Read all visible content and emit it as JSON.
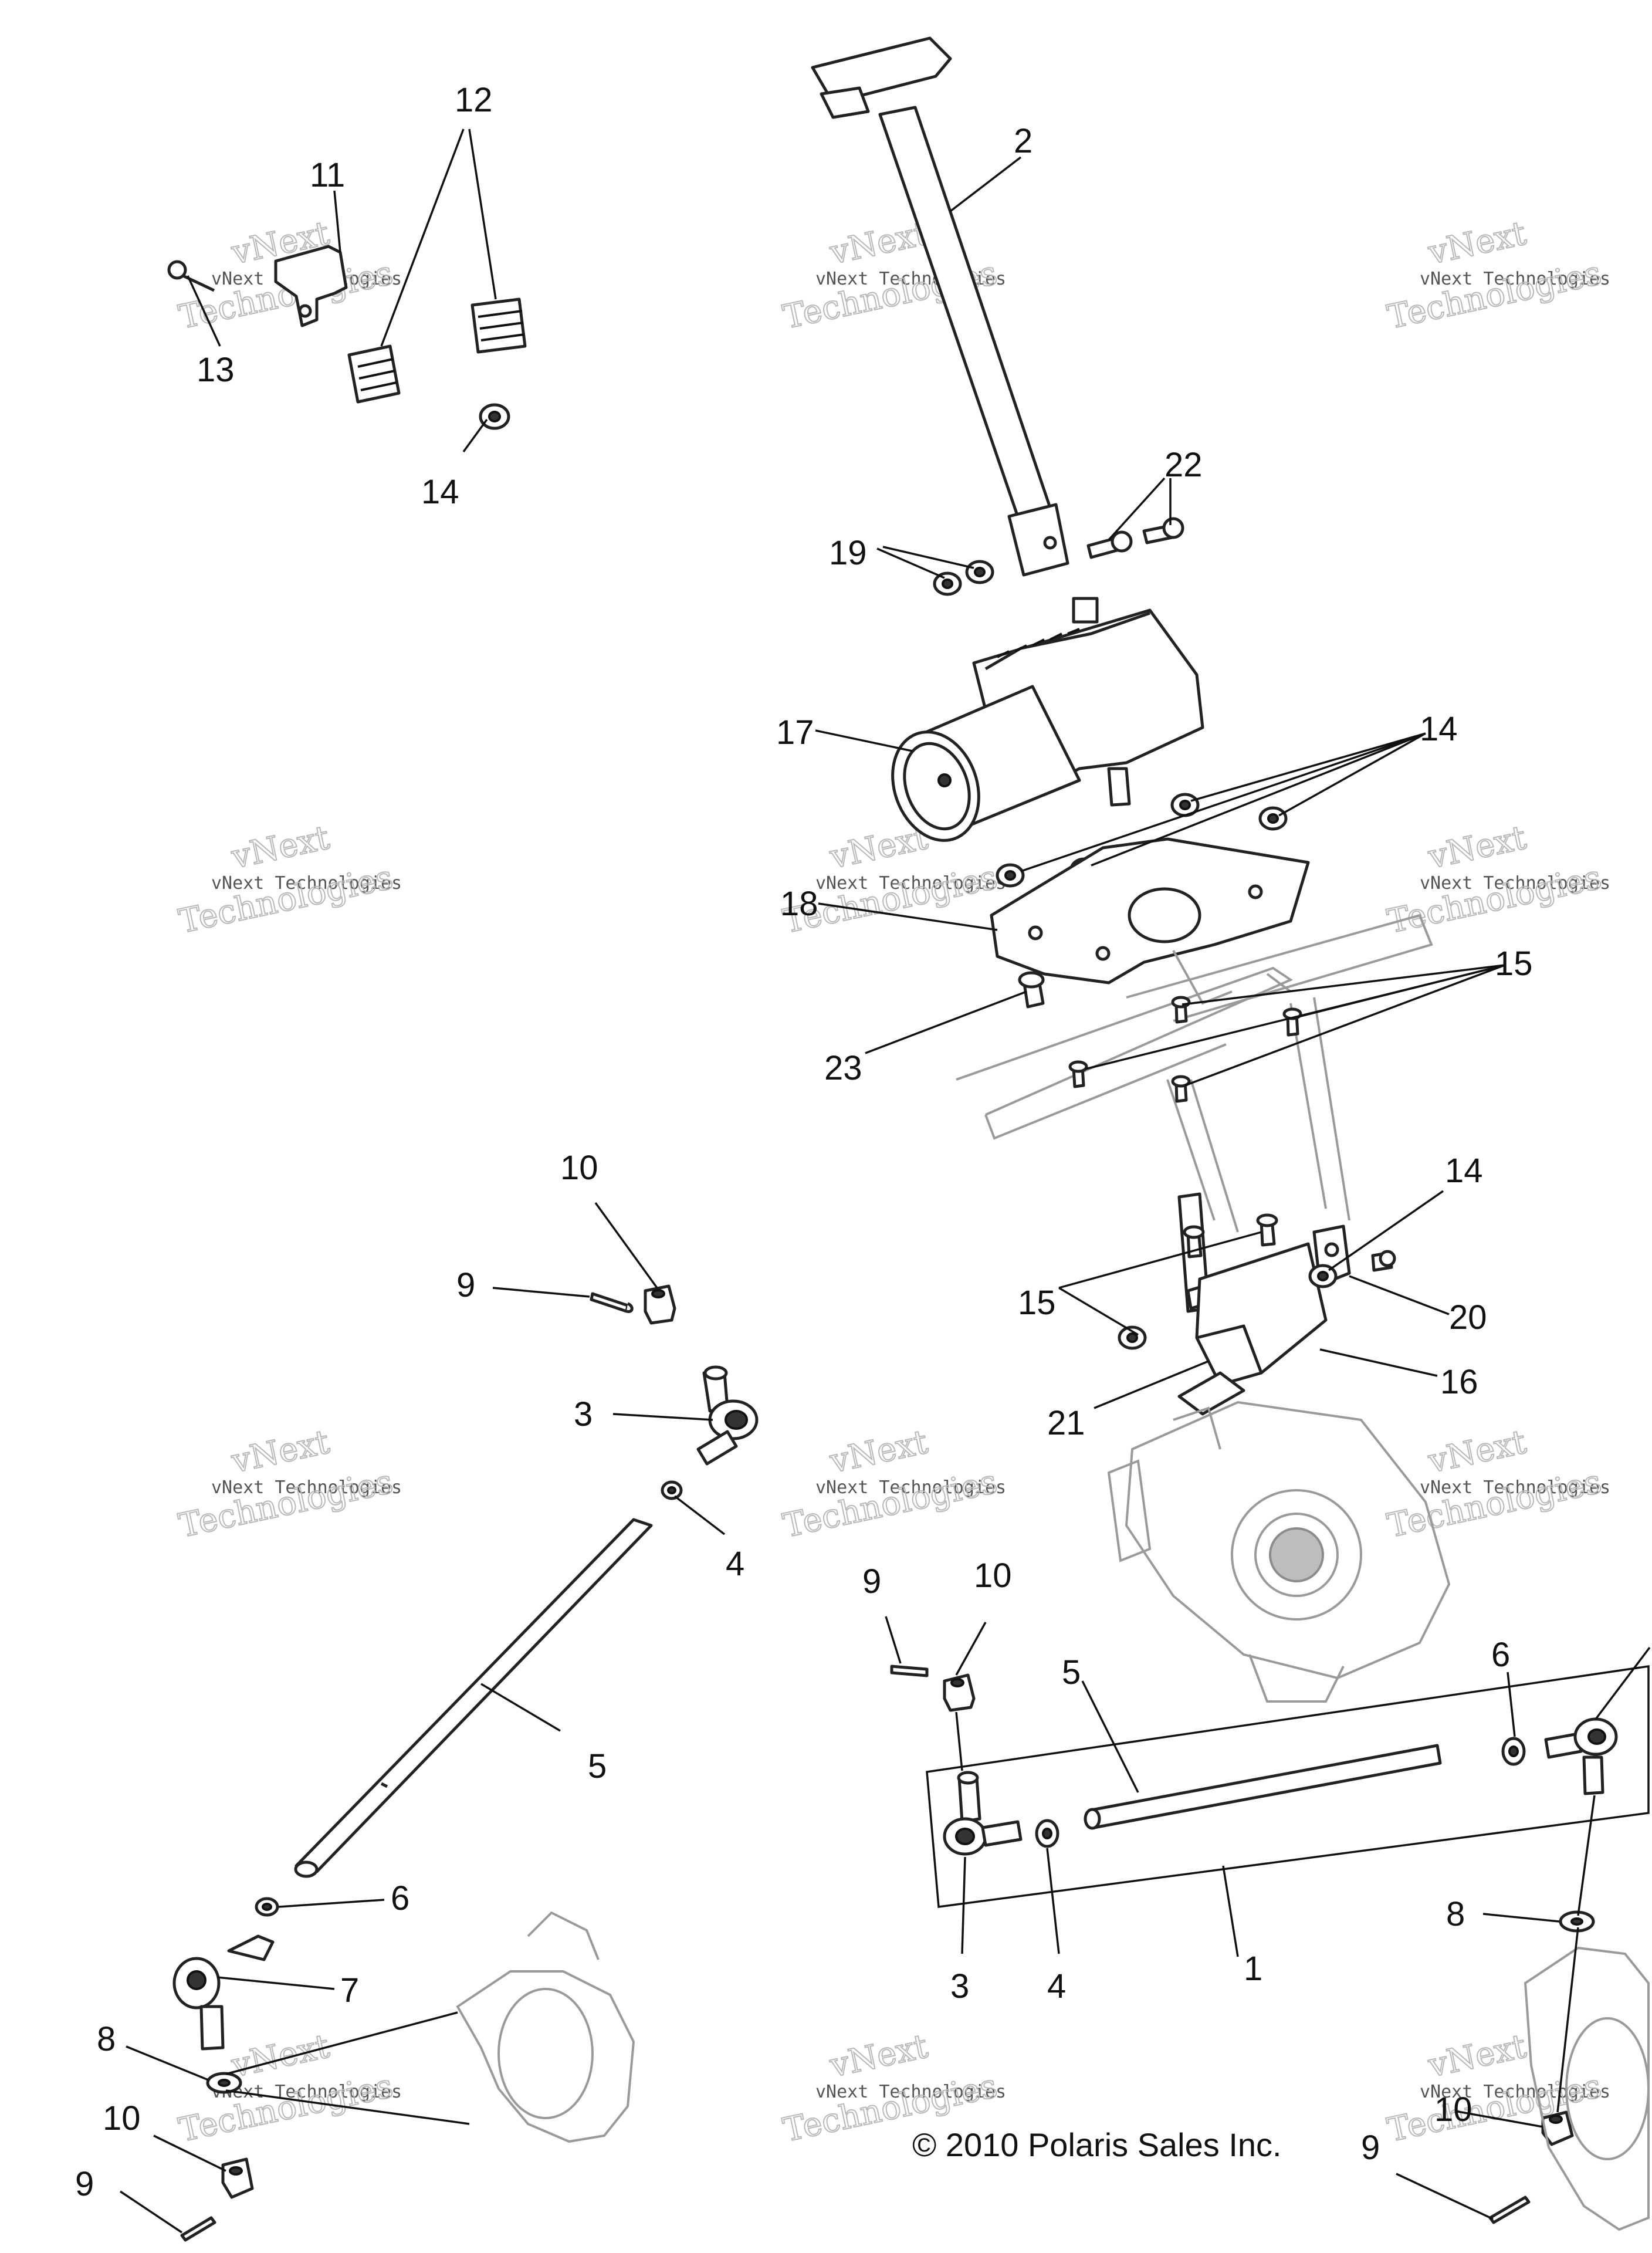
{
  "callouts": [
    {
      "label": "12"
    },
    {
      "label": "11"
    },
    {
      "label": "13"
    },
    {
      "label": "14"
    },
    {
      "label": "2"
    },
    {
      "label": "22"
    },
    {
      "label": "19"
    },
    {
      "label": "17"
    },
    {
      "label": "14"
    },
    {
      "label": "18"
    },
    {
      "label": "15"
    },
    {
      "label": "23"
    },
    {
      "label": "10"
    },
    {
      "label": "9"
    },
    {
      "label": "14"
    },
    {
      "label": "15"
    },
    {
      "label": "20"
    },
    {
      "label": "16"
    },
    {
      "label": "21"
    },
    {
      "label": "3"
    },
    {
      "label": "4"
    },
    {
      "label": "5"
    },
    {
      "label": "9"
    },
    {
      "label": "10"
    },
    {
      "label": "5"
    },
    {
      "label": "6"
    },
    {
      "label": "6"
    },
    {
      "label": "7"
    },
    {
      "label": "8"
    },
    {
      "label": "10"
    },
    {
      "label": "9"
    },
    {
      "label": "3"
    },
    {
      "label": "4"
    },
    {
      "label": "1"
    },
    {
      "label": "8"
    },
    {
      "label": "10"
    },
    {
      "label": "9"
    }
  ],
  "watermark": {
    "line1": "vNext",
    "line2": "vNext Technologies",
    "line3": "Technologies"
  },
  "copyright": "© 2010 Polaris Sales Inc."
}
